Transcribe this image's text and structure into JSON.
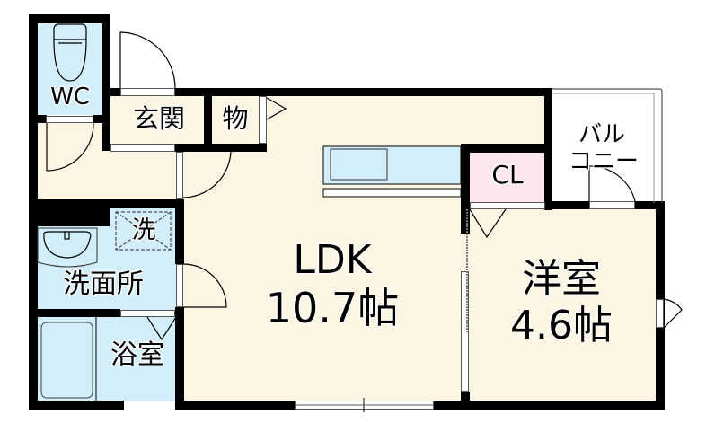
{
  "floorplan": {
    "rooms": {
      "wc": {
        "label": "WC"
      },
      "genkan": {
        "label": "玄関"
      },
      "storage": {
        "label": "物"
      },
      "ldk": {
        "label": "LDK",
        "size": "10.7帖"
      },
      "closet": {
        "label": "CL"
      },
      "balcony": {
        "label_line1": "バル",
        "label_line2": "コニー"
      },
      "washroom": {
        "label": "洗面所"
      },
      "washer": {
        "label": "洗"
      },
      "bathroom": {
        "label": "浴室"
      },
      "western_room": {
        "label": "洋室",
        "size": "4.6帖"
      }
    },
    "colors": {
      "wall": "#000000",
      "living_floor": "#fdf5e3",
      "wet_area": "#d2eefa",
      "storage_area": "#fce6ef",
      "balcony": "#ffffff"
    }
  }
}
